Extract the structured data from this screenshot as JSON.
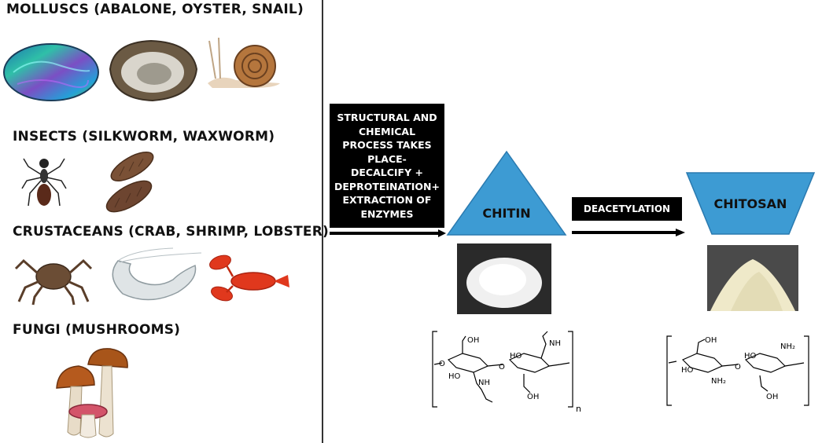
{
  "sources": {
    "molluscs": "MOLLUSCS (ABALONE, OYSTER, SNAIL)",
    "insects": "INSECTS (SILKWORM, WAXWORM)",
    "crustaceans": "CRUSTACEANS (CRAB, SHRIMP, LOBSTER)",
    "fungi": "FUNGI (MUSHROOMS)"
  },
  "process": {
    "lines": [
      "STRUCTURAL AND",
      "CHEMICAL",
      "PROCESS TAKES",
      "PLACE-",
      "DECALCIFY +",
      "DEPROTEINATION+",
      "EXTRACTION OF",
      "ENZYMES"
    ]
  },
  "chitin": {
    "label": "CHITIN",
    "color": "#3d9bd3"
  },
  "deacetylation": {
    "label": "DEACETYLATION"
  },
  "chitosan": {
    "label": "CHITOSAN",
    "color": "#3d9bd3"
  },
  "chem": {
    "oh": "OH",
    "nh": "NH",
    "nh2": "NH₂",
    "ho": "HO",
    "o": "O",
    "n": "n"
  },
  "icons": [
    "abalone-shell-icon",
    "oyster-icon",
    "snail-icon",
    "ant-icon",
    "silkworm-cocoon-icon",
    "crab-icon",
    "shrimp-icon",
    "lobster-icon",
    "mushroom-icon",
    "chitin-powder-image",
    "chitosan-powder-image",
    "chitin-structure-diagram",
    "chitosan-structure-diagram"
  ]
}
